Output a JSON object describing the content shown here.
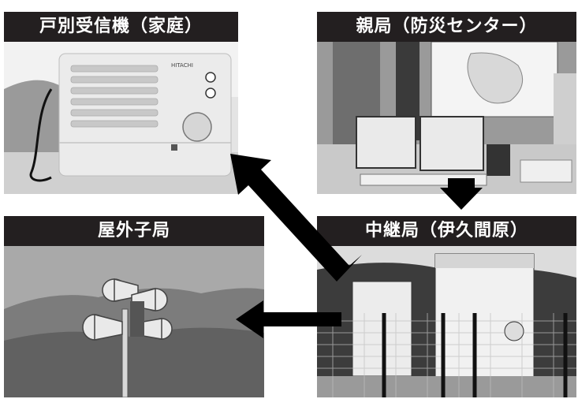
{
  "panels": {
    "home_receiver": {
      "title": "戸別受信機（家庭）",
      "device_brand": "HITACHI"
    },
    "parent_station": {
      "title": "親局（防災センター）"
    },
    "outdoor_station": {
      "title": "屋外子局"
    },
    "relay_station": {
      "title": "中継局（伊久間原）"
    }
  },
  "flow": [
    {
      "from": "parent_station",
      "to": "relay_station"
    },
    {
      "from": "relay_station",
      "to": "home_receiver"
    },
    {
      "from": "relay_station",
      "to": "outdoor_station"
    }
  ]
}
